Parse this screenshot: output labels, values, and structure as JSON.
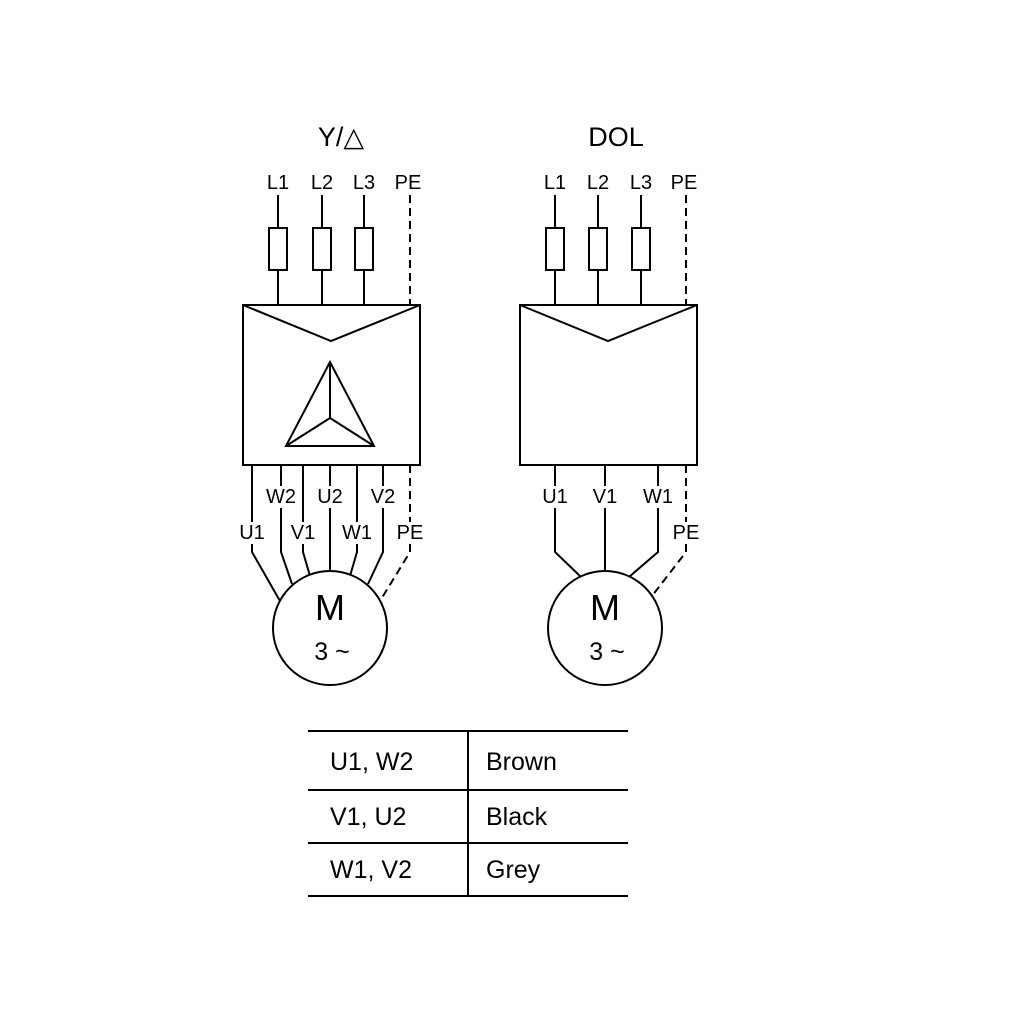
{
  "star_delta": {
    "title": "Y/△",
    "phases": [
      "L1",
      "L2",
      "L3"
    ],
    "pe_top": "PE",
    "terminals_upper": [
      "W2",
      "U2",
      "V2"
    ],
    "terminals_lower": [
      "U1",
      "V1",
      "W1"
    ],
    "pe_bottom": "PE",
    "motor": {
      "letter": "M",
      "phase": "3 ~"
    }
  },
  "dol": {
    "title": "DOL",
    "phases": [
      "L1",
      "L2",
      "L3"
    ],
    "pe_top": "PE",
    "terminals": [
      "U1",
      "V1",
      "W1"
    ],
    "pe_bottom": "PE",
    "motor": {
      "letter": "M",
      "phase": "3 ~"
    }
  },
  "wiring_table": {
    "rows": [
      {
        "terminals": "U1, W2",
        "color": "Brown"
      },
      {
        "terminals": "V1, U2",
        "color": "Black"
      },
      {
        "terminals": "W1, V2",
        "color": "Grey"
      }
    ]
  },
  "colors": {
    "line": "#000000",
    "background": "#ffffff"
  }
}
